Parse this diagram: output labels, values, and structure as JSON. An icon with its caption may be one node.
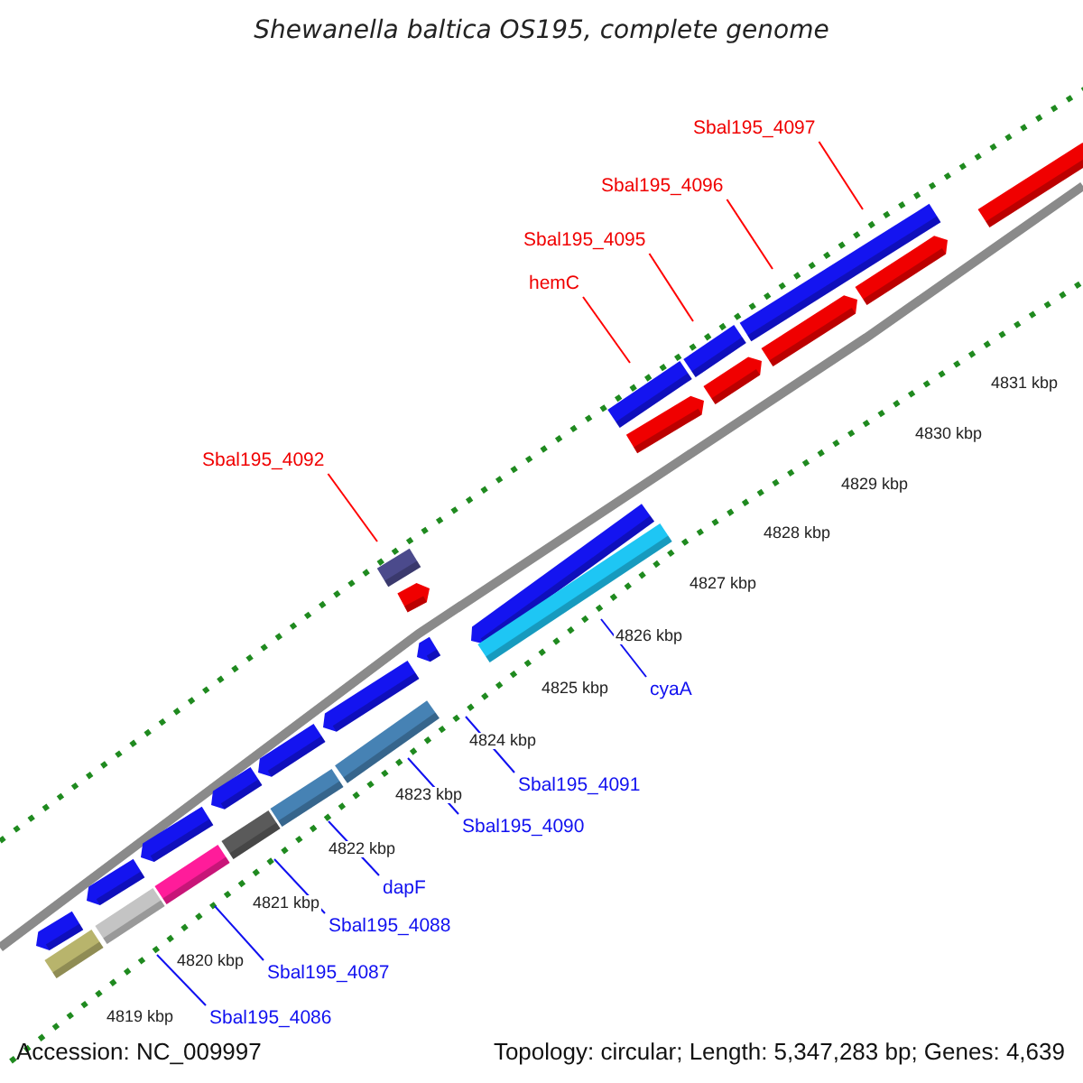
{
  "diagram": {
    "title": "Shewanella baltica OS195, complete genome",
    "nodes": [
      {
        "text": [
          "Sbal195_4097"
        ]
      },
      {
        "text": [
          "Sbal195_4096"
        ]
      },
      {
        "text": [
          "Sbal195_4095"
        ]
      },
      {
        "text": [
          "hemC"
        ]
      },
      {
        "text": [
          "Sbal195_4092"
        ]
      },
      {
        "text": [
          "cyaA"
        ]
      },
      {
        "text": [
          "Sbal195_4091"
        ]
      },
      {
        "text": [
          "Sbal195_4090"
        ]
      },
      {
        "text": [
          "dapF"
        ]
      },
      {
        "text": [
          "Sbal195_4088"
        ]
      },
      {
        "text": [
          "Sbal195_4087"
        ]
      },
      {
        "text": [
          "Sbal195_4086"
        ]
      }
    ],
    "edges": [
      {
        "from": 0,
        "to": null,
        "arrow": "none",
        "color": "#ff0000"
      },
      {
        "from": 1,
        "to": null,
        "arrow": "none",
        "color": "#ff0000"
      },
      {
        "from": 2,
        "to": null,
        "arrow": "none",
        "color": "#ff0000"
      },
      {
        "from": 3,
        "to": null,
        "arrow": "none",
        "color": "#ff0000"
      },
      {
        "from": 4,
        "to": null,
        "arrow": "none",
        "color": "#ff0000"
      },
      {
        "from": 5,
        "to": null,
        "arrow": "none"
      },
      {
        "from": 6,
        "to": null,
        "arrow": "none"
      },
      {
        "from": 7,
        "to": null,
        "arrow": "none"
      },
      {
        "from": 8,
        "to": null,
        "arrow": "none"
      },
      {
        "from": 9,
        "to": null,
        "arrow": "none"
      },
      {
        "from": 10,
        "to": null,
        "arrow": "none"
      },
      {
        "from": 11,
        "to": null,
        "arrow": "none"
      }
    ],
    "labels": [
      "4831 kbp",
      "4830 kbp",
      "4829 kbp",
      "4828 kbp",
      "4827 kbp",
      "4826 kbp",
      "4825 kbp",
      "4824 kbp",
      "4823 kbp",
      "4822 kbp",
      "4821 kbp",
      "4820 kbp",
      "4819 kbp",
      "Accession: NC_009997",
      "Topology: circular; Length: 5,347,283 bp; Genes: 4,639"
    ]
  }
}
